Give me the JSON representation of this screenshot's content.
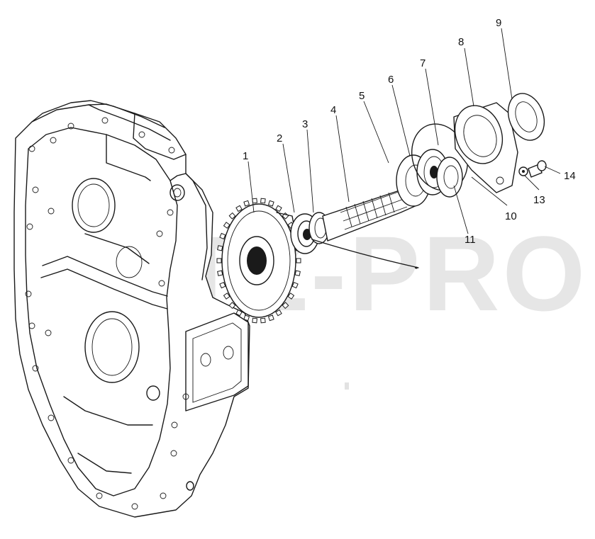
{
  "watermark": "MTZ-PRO",
  "callouts": [
    {
      "id": "1",
      "label": "1"
    },
    {
      "id": "2",
      "label": "2"
    },
    {
      "id": "3",
      "label": "3"
    },
    {
      "id": "4",
      "label": "4"
    },
    {
      "id": "5",
      "label": "5"
    },
    {
      "id": "6",
      "label": "6"
    },
    {
      "id": "7",
      "label": "7"
    },
    {
      "id": "8",
      "label": "8"
    },
    {
      "id": "9",
      "label": "9"
    },
    {
      "id": "10",
      "label": "10"
    },
    {
      "id": "11",
      "label": "11"
    },
    {
      "id": "13",
      "label": "13"
    },
    {
      "id": "14",
      "label": "14"
    }
  ],
  "colors": {
    "line": "#1a1a1a",
    "watermark": "#e6e6e6",
    "background": "#ffffff"
  }
}
